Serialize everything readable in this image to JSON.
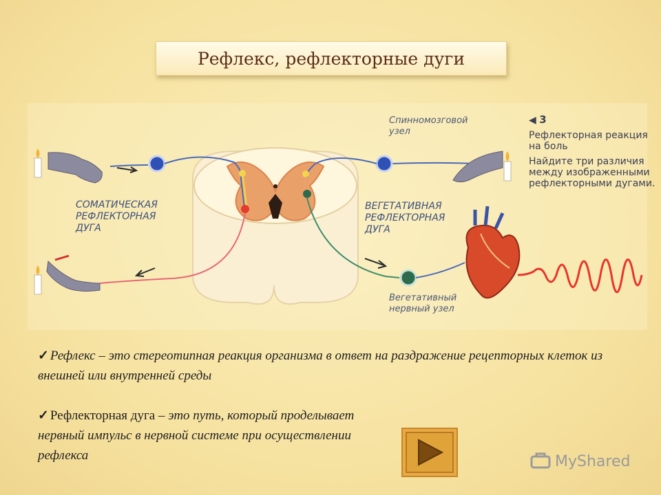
{
  "title": "Рефлекс, рефлекторные дуги",
  "diagram": {
    "labels": {
      "spinal_ganglion": [
        "Спинномозговой",
        "узел"
      ],
      "somatic_arc": [
        "СОМАТИЧЕСКАЯ",
        "РЕФЛЕКТОРНАЯ",
        "ДУГА"
      ],
      "vegetative_arc": [
        "ВЕГЕТАТИВНАЯ",
        "РЕФЛЕКТОРНАЯ",
        "ДУГА"
      ],
      "vegetative_ganglion": [
        "Вегетативный",
        "нервный узел"
      ]
    },
    "side_note": {
      "number": "3",
      "line1": "Рефлекторная реакция на боль",
      "line2": "Найдите три различия между изображенными рефлекторными дугами."
    },
    "icons": [
      "candle-icon",
      "hand-icon",
      "heart-icon",
      "spinal-cord-icon"
    ]
  },
  "definitions": {
    "reflex": {
      "check": "✓",
      "term": "Рефлекс",
      "text": " – это стереотипная реакция организма в ответ на раздражение рецепторных клеток из внешней или внутренней среды"
    },
    "arc": {
      "check": "✓",
      "term": "Рефлекторная дуга",
      "text": " – это путь, который проделывает нервный импульс в нервной системе при осуществлении рефлекса"
    }
  },
  "watermark": "MyShared",
  "colors": {
    "background": "#f6e3a3",
    "title_text": "#5a2d16",
    "label_text": "#3c4f7a",
    "button": "#e0a33a",
    "wave": "#e8342a"
  }
}
